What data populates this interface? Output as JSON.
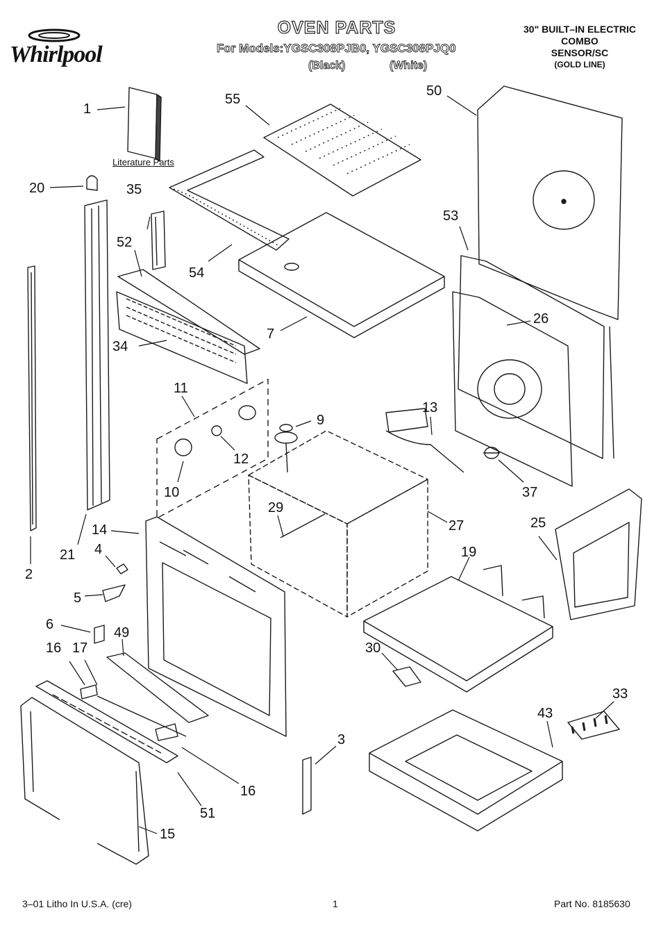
{
  "header": {
    "brand": "Whirlpool",
    "title": "OVEN PARTS",
    "models_line": "For Models:YGSC308PJB0, YGSC308PJQ0",
    "finish_black": "(Black)",
    "finish_white": "(White)",
    "product_line1": "30\" BUILT–IN ELECTRIC",
    "product_line2": "COMBO",
    "product_line3": "SENSOR/SC",
    "product_line4": "(GOLD LINE)"
  },
  "literature_label": "Literature Parts",
  "callouts": {
    "c1": "1",
    "c2": "2",
    "c3": "3",
    "c4": "4",
    "c5": "5",
    "c6": "6",
    "c7": "7",
    "c9": "9",
    "c10": "10",
    "c11": "11",
    "c12": "12",
    "c13": "13",
    "c14": "14",
    "c15": "15",
    "c16a": "16",
    "c16b": "16",
    "c17": "17",
    "c19": "19",
    "c20": "20",
    "c21": "21",
    "c25": "25",
    "c26": "26",
    "c27": "27",
    "c29": "29",
    "c30": "30",
    "c33": "33",
    "c34": "34",
    "c35": "35",
    "c37": "37",
    "c43": "43",
    "c49": "49",
    "c50": "50",
    "c51": "51",
    "c52": "52",
    "c53": "53",
    "c54": "54",
    "c55": "55"
  },
  "footer": {
    "litho": "3–01 Litho In U.S.A. (cre)",
    "page": "1",
    "part_no": "Part No. 8185630"
  }
}
